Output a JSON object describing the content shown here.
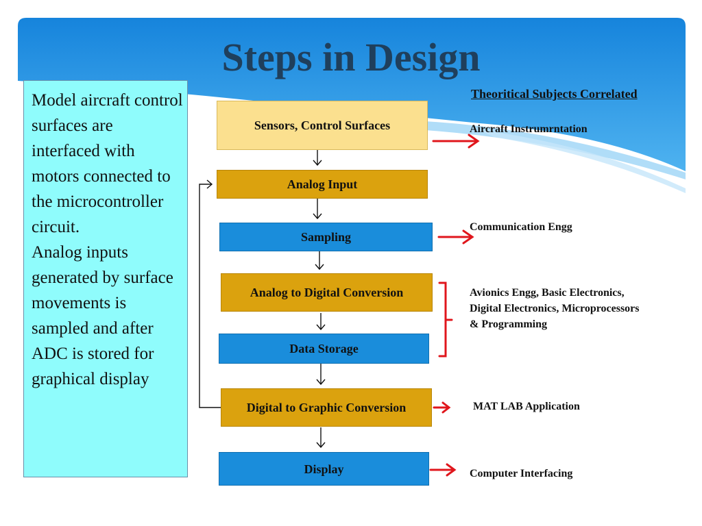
{
  "title": "Steps in Design",
  "description": "Model aircraft control surfaces are interfaced with motors connected to the microcontroller circuit.\nAnalog inputs generated by surface movements is sampled and after ADC is stored for graphical display",
  "flow": {
    "sensors": "Sensors, Control Surfaces",
    "analog_input": "Analog Input",
    "sampling": "Sampling",
    "adc": "Analog to Digital Conversion",
    "data_storage": "Data Storage",
    "digital_graphic": "Digital to Graphic Conversion",
    "display": "Display"
  },
  "subjects": {
    "header": "Theoritical Subjects Correlated",
    "aircraft": "Aircraft Instrumrntation",
    "communication": "Communication Engg",
    "avionics": "Avionics Engg, Basic Electronics,\nDigital Electronics, Microprocessors\n& Programming",
    "matlab": "MAT LAB Application",
    "interfacing": "Computer Interfacing"
  },
  "colors": {
    "header_blue": "#1e8fe0",
    "pale_box": "#fbe08f",
    "gold_box": "#dba20e",
    "blue_box": "#1a8ddb",
    "side_box": "#8ffcfc",
    "arrow_red": "#e0161c",
    "title_color": "#1f3f5c"
  }
}
